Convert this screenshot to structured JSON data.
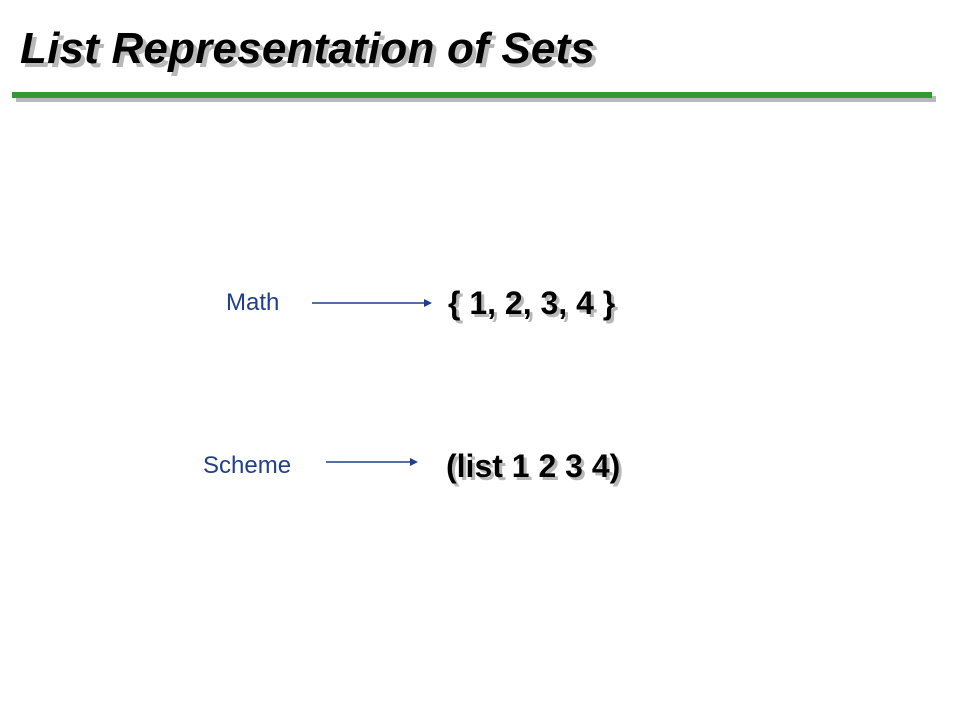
{
  "slide": {
    "title": "List Representation of Sets",
    "accent_color": "#339933",
    "label_color": "#1f3f8a",
    "shadow_color": "#b8b8b8"
  },
  "rows": {
    "math": {
      "label": "Math",
      "expression": "{ 1, 2, 3, 4 }"
    },
    "scheme": {
      "label": "Scheme",
      "expression": "(list 1 2 3 4)"
    }
  },
  "icons": {
    "arrow_math": "arrow-right-icon",
    "arrow_scheme": "arrow-right-icon"
  }
}
